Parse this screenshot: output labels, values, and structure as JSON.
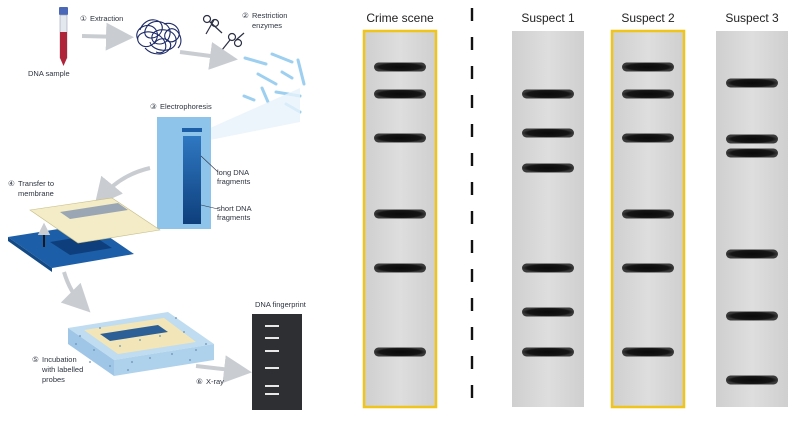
{
  "left_panel": {
    "steps": [
      {
        "number": "①",
        "label": "Extraction"
      },
      {
        "number": "②",
        "label_lines": [
          "Restriction",
          "enzymes"
        ]
      },
      {
        "number": "③",
        "label": "Electrophoresis"
      },
      {
        "number": "④",
        "label_lines": [
          "Transfer to",
          "membrane"
        ]
      },
      {
        "number": "⑤",
        "label_lines": [
          "Incubation",
          "with labelled",
          "probes"
        ]
      },
      {
        "number": "⑥",
        "label": "X-ray"
      }
    ],
    "dna_sample_label": "DNA sample",
    "long_fragments_label": [
      "long DNA",
      "fragments"
    ],
    "short_fragments_label": [
      "short DNA",
      "fragments"
    ],
    "fingerprint_label": "DNA fingerprint"
  },
  "gel": {
    "lanes": [
      {
        "name": "Crime scene",
        "highlighted": true,
        "bands": [
          67,
          94,
          138,
          214,
          268,
          352
        ]
      },
      {
        "name": "Suspect 1",
        "highlighted": false,
        "bands": [
          94,
          133,
          168,
          268,
          312,
          352
        ]
      },
      {
        "name": "Suspect 2",
        "highlighted": true,
        "bands": [
          67,
          94,
          138,
          214,
          268,
          352
        ]
      },
      {
        "name": "Suspect 3",
        "highlighted": false,
        "bands": [
          83,
          139,
          153,
          254,
          316,
          380
        ]
      }
    ],
    "colors": {
      "lane_fill": "#d8d8d8",
      "band": "#151515",
      "highlight": "#f0c419",
      "divider": "#111111"
    }
  },
  "colors": {
    "arrow": "#c9cdd2",
    "blue_dark": "#1c5fa8",
    "blue_light": "#8ec3ea",
    "fragment": "#9ccff0"
  }
}
